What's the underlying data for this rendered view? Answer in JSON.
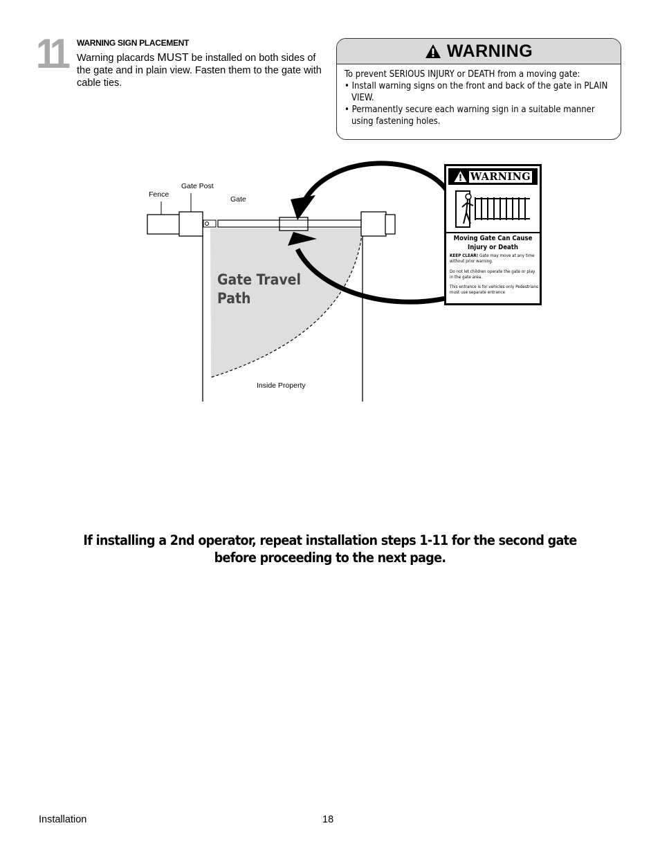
{
  "step": {
    "number": "11",
    "heading": "WARNING SIGN PLACEMENT",
    "text_before": "Warning placards ",
    "text_must": "MUST",
    "text_after": " be installed on both sides of the gate and in plain view. Fasten them to the gate with cable ties."
  },
  "warning_box": {
    "title": "WARNING",
    "icon": "warning-triangle-icon",
    "intro": "To prevent SERIOUS INJURY or DEATH from a moving gate:",
    "bullets": [
      "• Install warning signs on the front and back of the gate in PLAIN VIEW.",
      "• Permanently secure each warning sign in a suitable manner using fastening holes."
    ]
  },
  "diagram": {
    "labels": {
      "fence": "Fence",
      "gate_post": "Gate Post",
      "gate": "Gate",
      "travel_path": "Gate Travel Path",
      "inside_property": "Inside Property"
    },
    "sign": {
      "header": "WARNING",
      "title": "Moving Gate Can Cause Injury or Death",
      "keep_clear_bold": "KEEP CLEAR!",
      "keep_clear_rest": " Gate may move at any time without prior warning.",
      "children": "Do not let children operate the gate or play in the gate area.",
      "vehicles": "This entrance is for vehicles only Pedestrians must use separate entrance"
    }
  },
  "note": "If installing a 2nd operator, repeat installation steps 1-11 for the second gate before proceeding to the next page.",
  "footer": {
    "section": "Installation",
    "page": "18"
  }
}
